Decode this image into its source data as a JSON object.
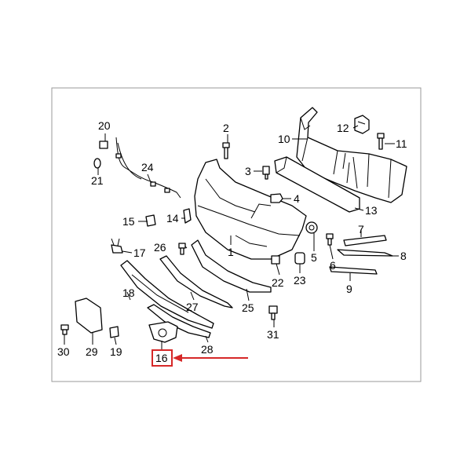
{
  "diagram": {
    "callouts": [
      {
        "id": "1",
        "label": "1"
      },
      {
        "id": "2",
        "label": "2"
      },
      {
        "id": "3",
        "label": "3"
      },
      {
        "id": "4",
        "label": "4"
      },
      {
        "id": "5",
        "label": "5"
      },
      {
        "id": "6",
        "label": "6"
      },
      {
        "id": "7",
        "label": "7"
      },
      {
        "id": "8",
        "label": "8"
      },
      {
        "id": "9",
        "label": "9"
      },
      {
        "id": "10",
        "label": "10"
      },
      {
        "id": "11",
        "label": "11"
      },
      {
        "id": "12",
        "label": "12"
      },
      {
        "id": "13",
        "label": "13"
      },
      {
        "id": "14",
        "label": "14"
      },
      {
        "id": "15",
        "label": "15"
      },
      {
        "id": "16",
        "label": "16"
      },
      {
        "id": "17",
        "label": "17"
      },
      {
        "id": "18",
        "label": "18"
      },
      {
        "id": "19",
        "label": "19"
      },
      {
        "id": "20",
        "label": "20"
      },
      {
        "id": "21",
        "label": "21"
      },
      {
        "id": "22",
        "label": "22"
      },
      {
        "id": "23",
        "label": "23"
      },
      {
        "id": "24",
        "label": "24"
      },
      {
        "id": "25",
        "label": "25"
      },
      {
        "id": "26",
        "label": "26"
      },
      {
        "id": "27",
        "label": "27"
      },
      {
        "id": "28",
        "label": "28"
      },
      {
        "id": "29",
        "label": "29"
      },
      {
        "id": "30",
        "label": "30"
      },
      {
        "id": "31",
        "label": "31"
      }
    ],
    "highlight": {
      "part": "16",
      "color": "#d62828"
    },
    "frame_color": "#999999"
  }
}
